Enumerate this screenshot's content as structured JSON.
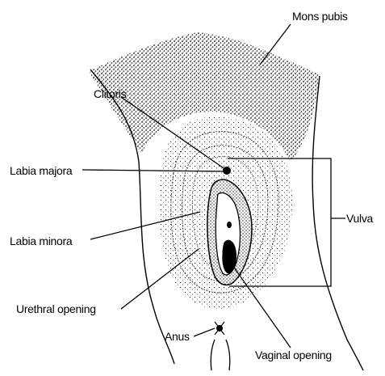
{
  "labels": {
    "mons_pubis": "Mons pubis",
    "clitoris": "Clitoris",
    "labia_majora": "Labia majora",
    "vulva": "Vulva",
    "labia_minora": "Labia minora",
    "urethral_opening": "Urethral opening",
    "anus": "Anus",
    "vaginal_opening": "Vaginal opening"
  },
  "colors": {
    "ink": "#000000",
    "stipple": "#1a1a1a",
    "background": "#ffffff"
  }
}
